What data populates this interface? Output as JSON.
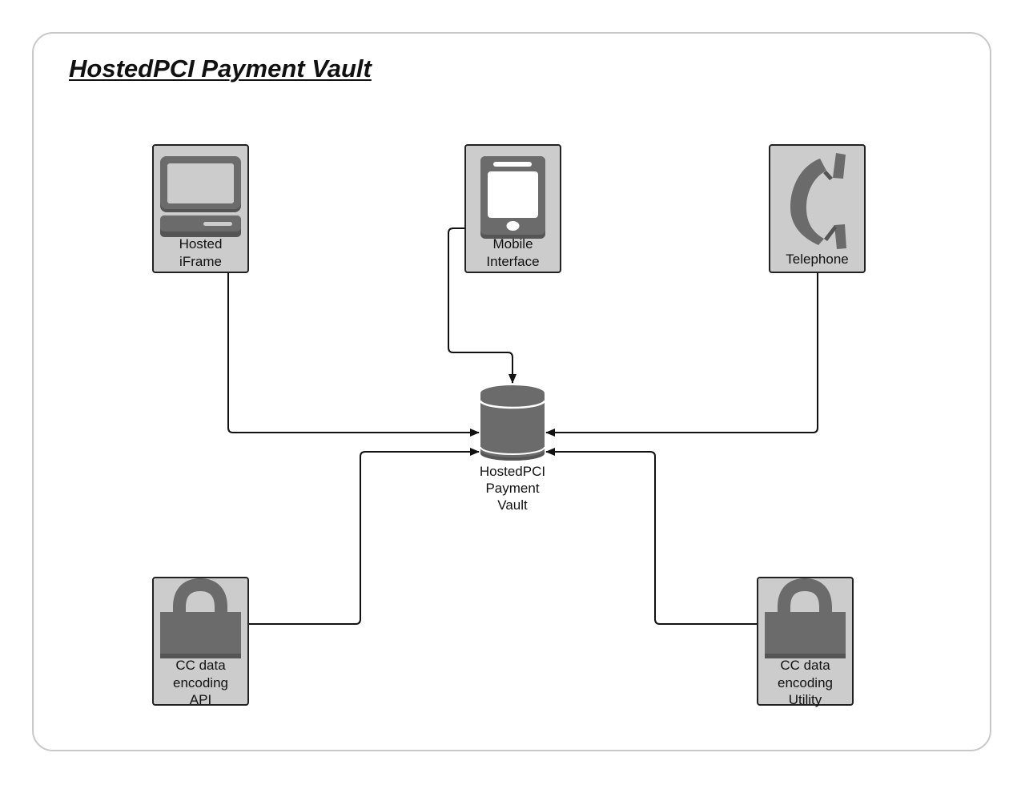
{
  "title": "HostedPCI Payment Vault",
  "colors": {
    "node_fill": "#cccccc",
    "icon_fill": "#6b6b6b",
    "border": "#222222",
    "frame_border": "#c8c8c8"
  },
  "nodes": {
    "hosted_iframe": {
      "line1": "Hosted",
      "line2": "iFrame",
      "icon": "computer-icon"
    },
    "mobile_interface": {
      "line1": "Mobile",
      "line2": "Interface",
      "icon": "mobile-phone-icon"
    },
    "telephone": {
      "line1": "Telephone",
      "icon": "telephone-icon"
    },
    "vault": {
      "line1": "HostedPCI",
      "line2": "Payment",
      "line3": "Vault",
      "icon": "database-icon"
    },
    "cc_api": {
      "line1": "CC data",
      "line2": "encoding",
      "line3": "API",
      "icon": "lock-icon"
    },
    "cc_utility": {
      "line1": "CC data",
      "line2": "encoding",
      "line3": "Utility",
      "icon": "lock-icon"
    }
  }
}
